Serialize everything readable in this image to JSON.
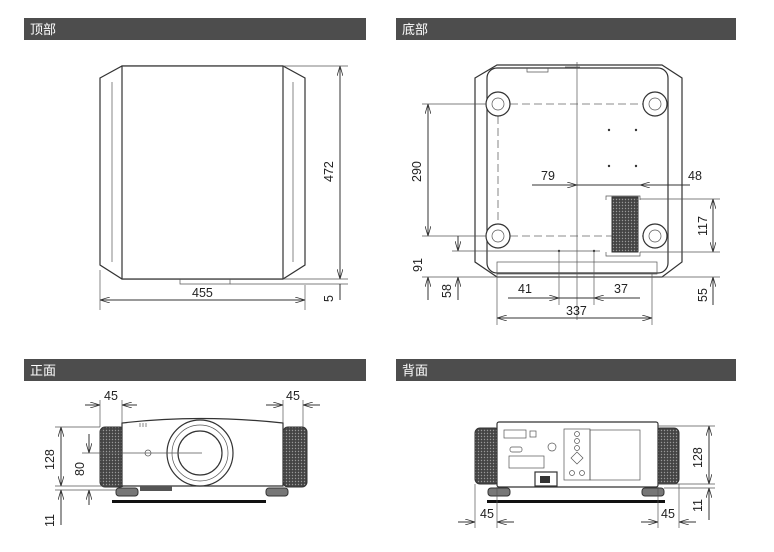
{
  "sections": {
    "top": {
      "title": "顶部",
      "width": "455",
      "depth": "472",
      "offset": "5"
    },
    "bottom": {
      "title": "底部",
      "foot_span_depth": "290",
      "d79": "79",
      "d48": "48",
      "d117": "117",
      "d91": "91",
      "d58": "58",
      "d41": "41",
      "d37": "37",
      "d337": "337",
      "d55": "55"
    },
    "front": {
      "title": "正面",
      "left_margin": "45",
      "right_margin": "45",
      "height": "128",
      "lens_height": "80",
      "foot_height": "11"
    },
    "back": {
      "title": "背面",
      "left_margin": "45",
      "right_margin": "45",
      "height": "128",
      "foot_height": "11"
    }
  },
  "colors": {
    "header_bg": "#4d4d4d",
    "header_text": "#ffffff",
    "line": "#333333"
  }
}
